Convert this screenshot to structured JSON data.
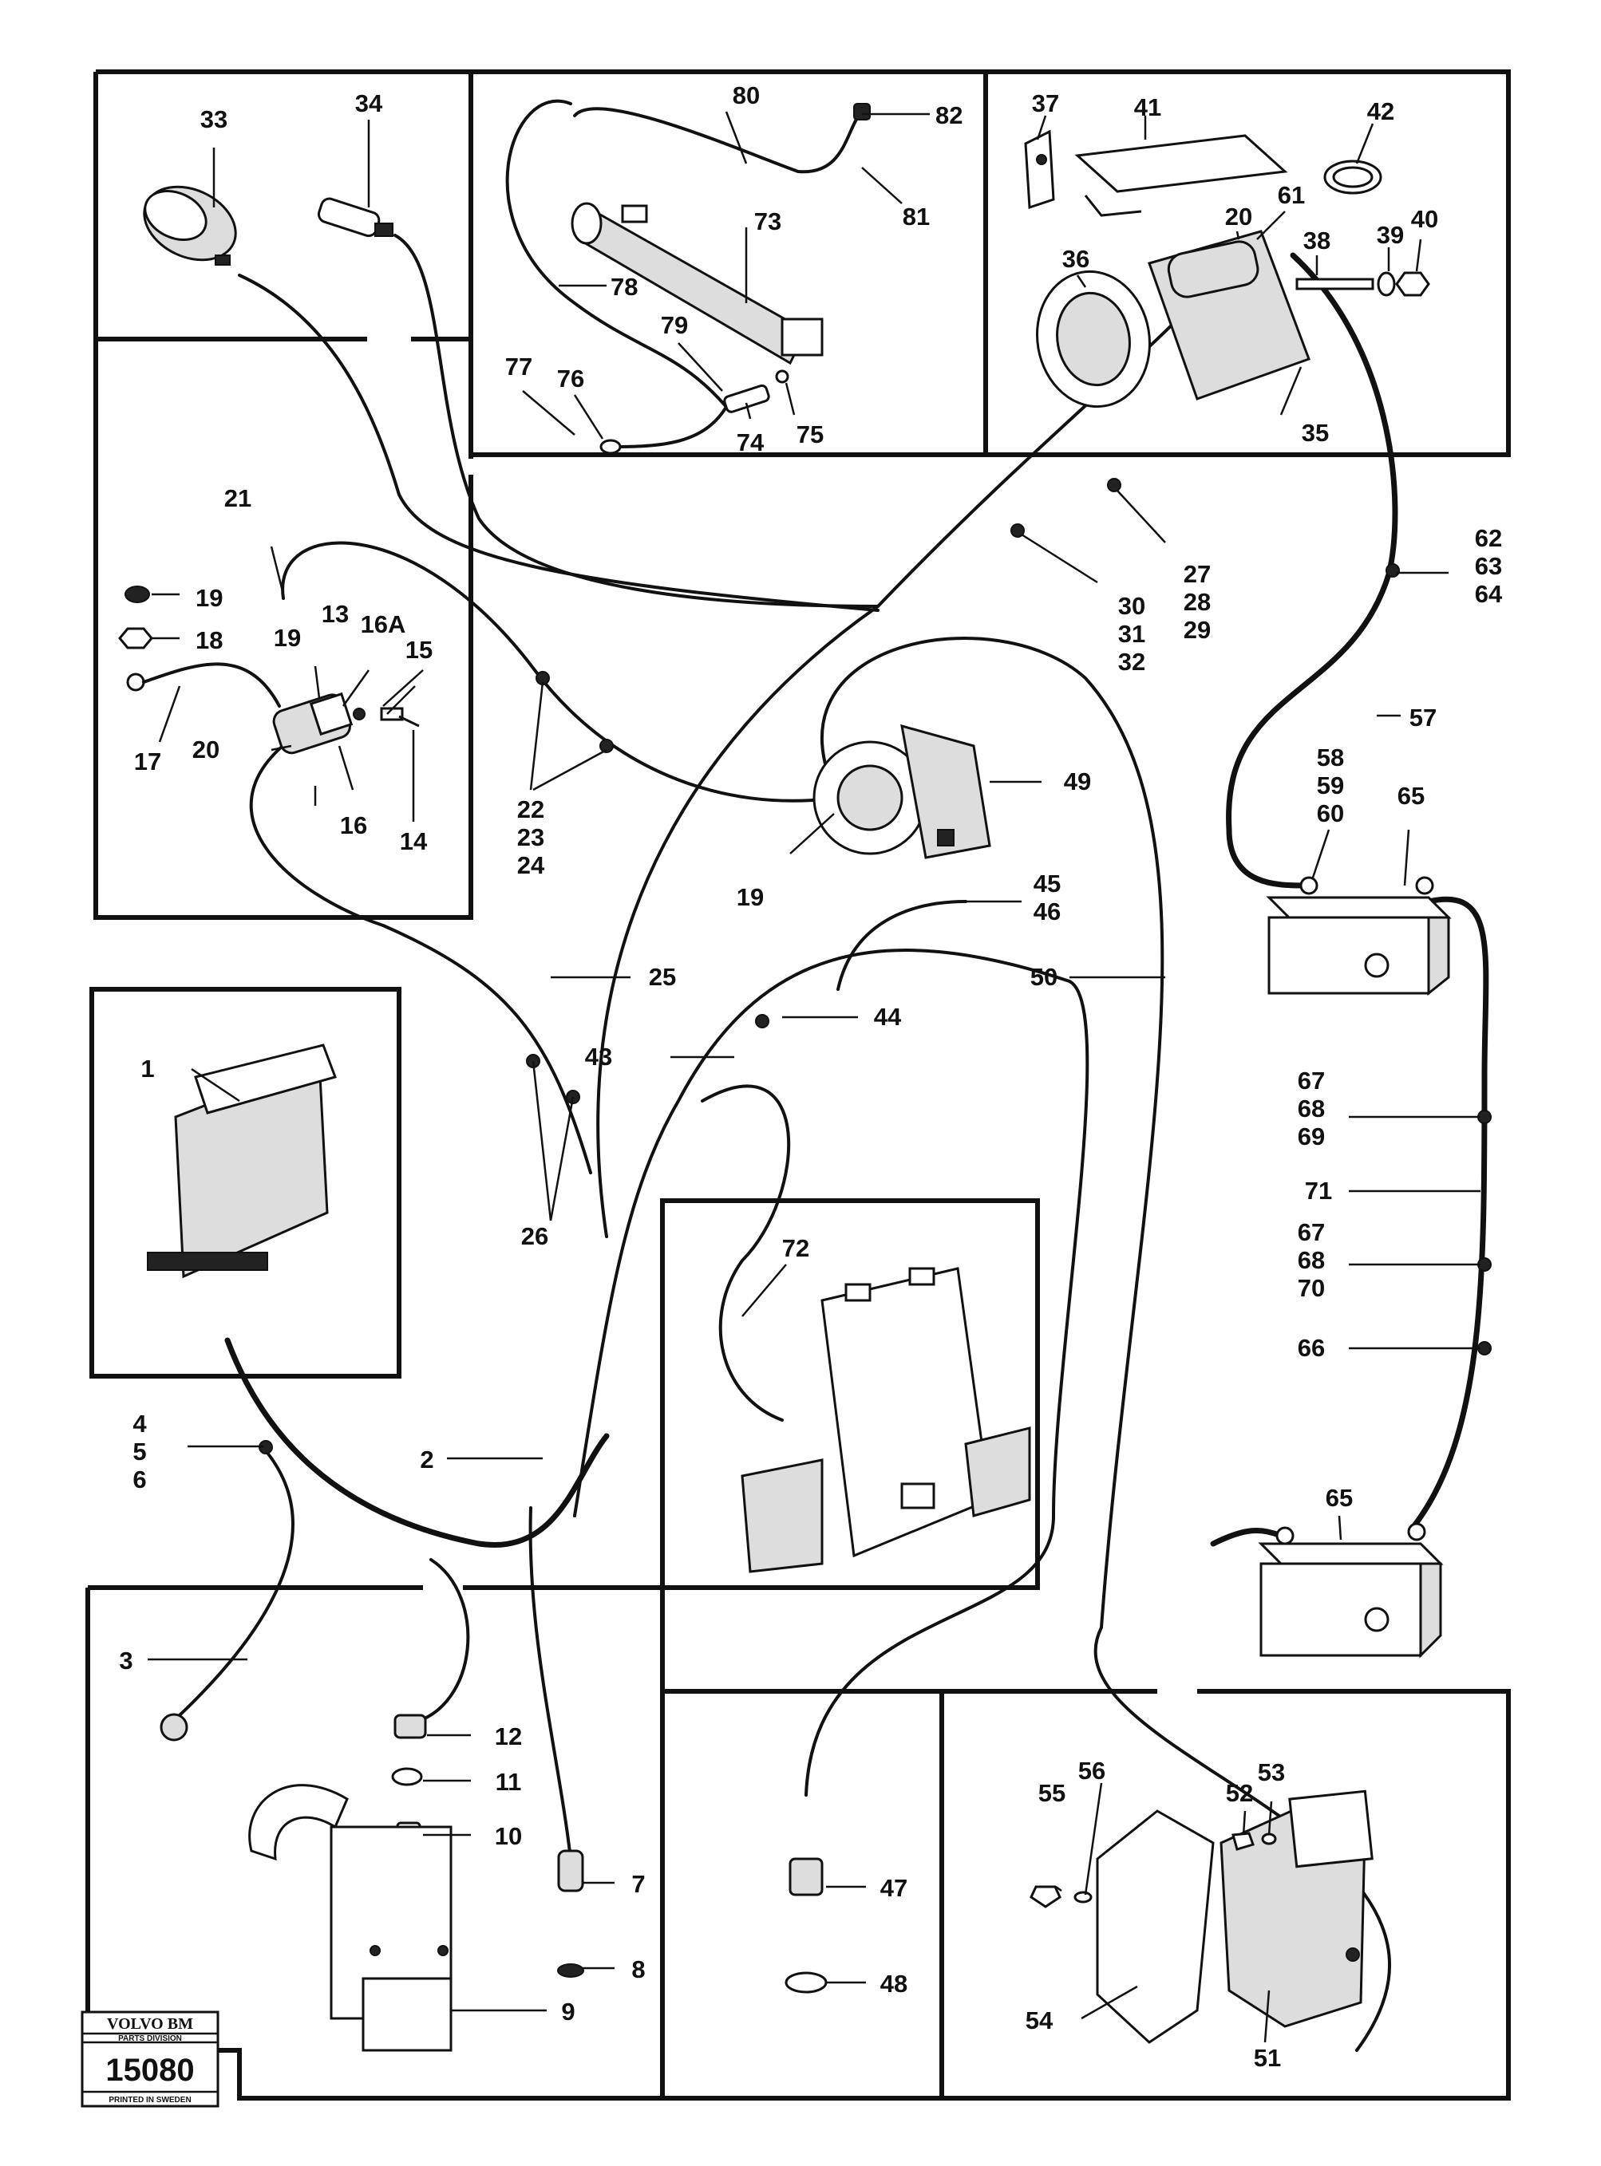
{
  "badge": {
    "brand": "VOLVO BM",
    "division": "PARTS DIVISION",
    "number": "15080",
    "origin": "PRINTED IN SWEDEN"
  },
  "labels": {
    "l1": "1",
    "l2": "2",
    "l3": "3",
    "l4": "4",
    "l5": "5",
    "l6": "6",
    "l7": "7",
    "l8": "8",
    "l9": "9",
    "l10": "10",
    "l11": "11",
    "l12": "12",
    "l13": "13",
    "l14": "14",
    "l15": "15",
    "l16": "16",
    "l16a": "16A",
    "l17": "17",
    "l18": "18",
    "l19a": "19",
    "l19b": "19",
    "l19c": "19",
    "l20a": "20",
    "l20b": "20",
    "l21": "21",
    "l22": "22",
    "l23": "23",
    "l24": "24",
    "l25": "25",
    "l26": "26",
    "l27": "27",
    "l28": "28",
    "l29": "29",
    "l30": "30",
    "l31": "31",
    "l32": "32",
    "l33": "33",
    "l34": "34",
    "l35": "35",
    "l36": "36",
    "l37": "37",
    "l38": "38",
    "l39": "39",
    "l40": "40",
    "l41": "41",
    "l42": "42",
    "l43": "43",
    "l44": "44",
    "l45": "45",
    "l46": "46",
    "l47": "47",
    "l48": "48",
    "l49": "49",
    "l50": "50",
    "l51": "51",
    "l52": "52",
    "l53": "53",
    "l54": "54",
    "l55": "55",
    "l56": "56",
    "l57": "57",
    "l58": "58",
    "l59": "59",
    "l60": "60",
    "l61": "61",
    "l62": "62",
    "l63": "63",
    "l64": "64",
    "l65a": "65",
    "l65b": "65",
    "l66": "66",
    "l67a": "67",
    "l68a": "68",
    "l69": "69",
    "l67b": "67",
    "l68b": "68",
    "l70": "70",
    "l71": "71",
    "l72": "72",
    "l73": "73",
    "l74": "74",
    "l75": "75",
    "l76": "76",
    "l77": "77",
    "l78": "78",
    "l79": "79",
    "l80": "80",
    "l81": "81",
    "l82": "82"
  }
}
